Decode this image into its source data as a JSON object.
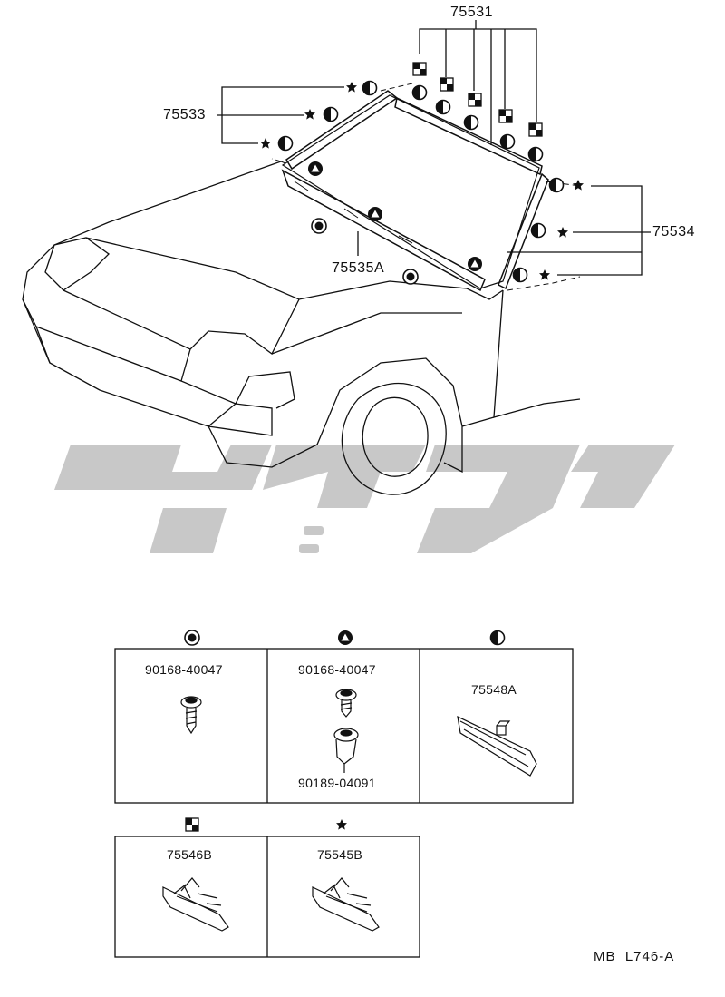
{
  "parts": {
    "p75531": "75531",
    "p75533": "75533",
    "p75534": "75534",
    "p75535A": "75535A"
  },
  "table": {
    "cell_circle": {
      "label": "90168-40047"
    },
    "cell_triangle": {
      "label_top": "90168-40047",
      "label_bottom": "90189-04091"
    },
    "cell_half": {
      "label": "75548A"
    },
    "cell_checker": {
      "label": "75546B"
    },
    "cell_star": {
      "label": "75545B"
    }
  },
  "code": "MB  L746-A",
  "watermark": {
    "color": "#c8c8c8"
  },
  "icons": [
    "star-icon",
    "half-circle-icon",
    "checker-icon",
    "triangle-icon",
    "target-circle-icon"
  ]
}
